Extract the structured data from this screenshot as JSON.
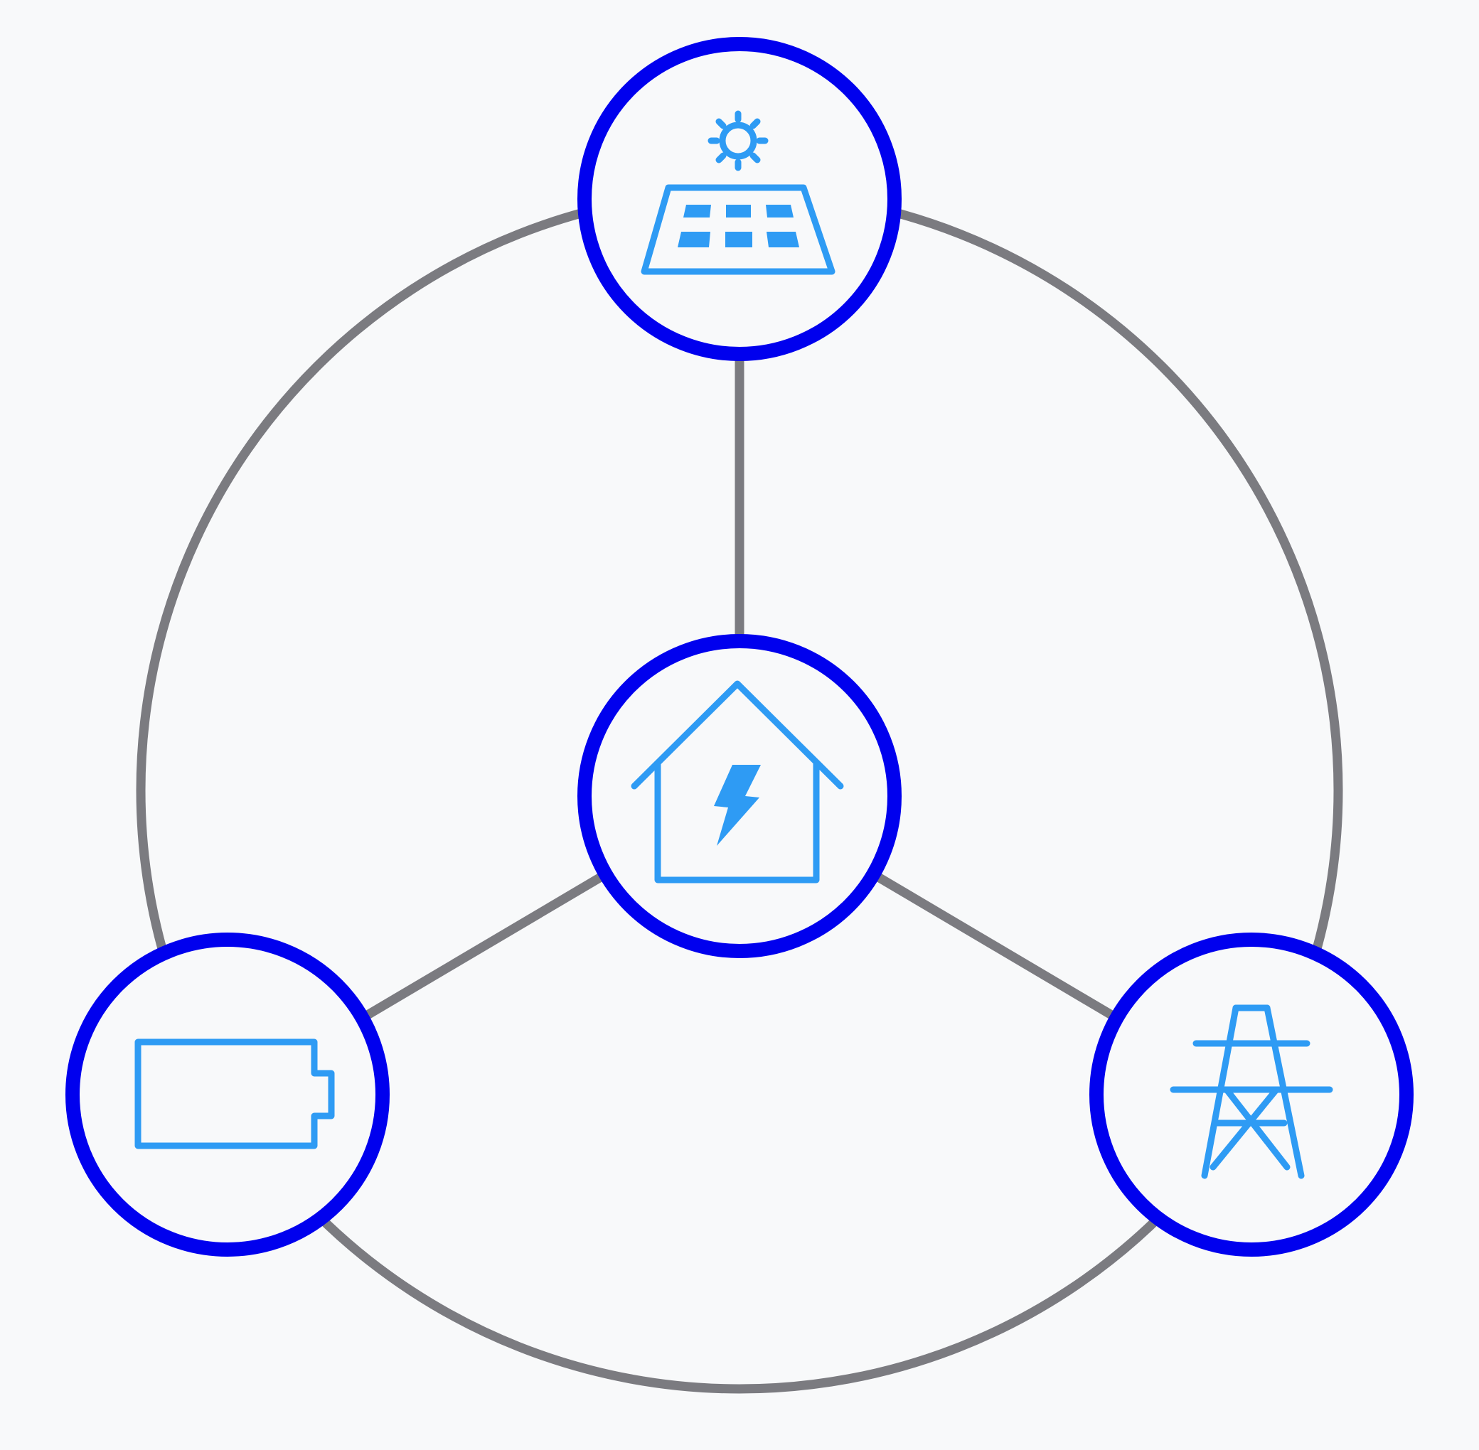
{
  "diagram": {
    "nodes": [
      {
        "id": "solar",
        "icon": "solar-panel-icon"
      },
      {
        "id": "home",
        "icon": "home-energy-icon"
      },
      {
        "id": "battery",
        "icon": "battery-icon"
      },
      {
        "id": "grid",
        "icon": "power-tower-icon"
      }
    ],
    "links": [
      {
        "from": "solar",
        "to": "home",
        "shape": "straight"
      },
      {
        "from": "battery",
        "to": "home",
        "shape": "straight"
      },
      {
        "from": "grid",
        "to": "home",
        "shape": "straight"
      },
      {
        "from": "solar",
        "to": "grid",
        "shape": "arc"
      },
      {
        "from": "grid",
        "to": "battery",
        "shape": "arc"
      },
      {
        "from": "battery",
        "to": "solar",
        "shape": "arc"
      }
    ],
    "colors": {
      "background": "#f8f9fa",
      "link": "#7b7b80",
      "node_ring": "#0000ee",
      "icon": "#2e9bf4"
    }
  }
}
